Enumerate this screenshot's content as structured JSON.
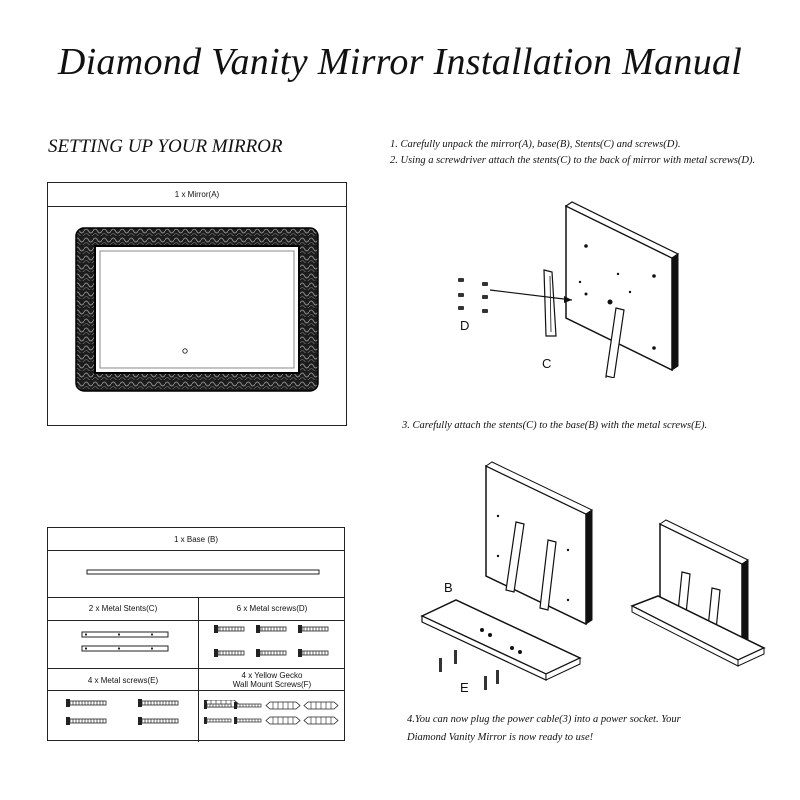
{
  "title": "Diamond Vanity Mirror Installation Manual",
  "section_heading": "SETTING UP YOUR MIRROR",
  "steps": {
    "step1": "1. Carefully unpack the mirror(A), base(B), Stents(C) and screws(D).",
    "step2": "2. Using a screwdriver attach the stents(C) to the back of mirror with metal screws(D).",
    "step3": "3. Carefully attach the stents(C) to the base(B) with the metal screws(E).",
    "step4_line1": "4.You can now plug the power cable(3) into a power socket. Your",
    "step4_line2": "Diamond Vanity Mirror is now ready to use!"
  },
  "parts": {
    "mirror": "1 x  Mirror(A)",
    "base": "1 x Base (B)",
    "stents": "2 x Metal Stents(C)",
    "screws_d": "6 x Metal screws(D)",
    "screws_e": "4 x Metal screws(E)",
    "gecko_line1": "4 x Yellow Gecko",
    "gecko_line2": "Wall Mount Screws(F)"
  },
  "diagram_labels": {
    "d": "D",
    "c": "C",
    "b": "B",
    "e": "E"
  }
}
